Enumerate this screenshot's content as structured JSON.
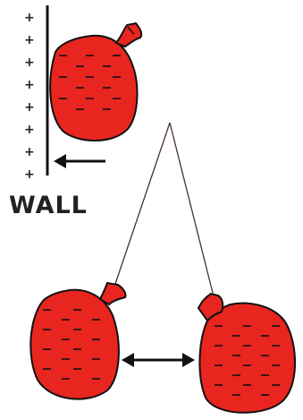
{
  "colors": {
    "balloon_fill": "#e8251f",
    "outline": "#111111",
    "string": "#4a2f2f",
    "text": "#222222"
  },
  "wall": {
    "label": "WALL",
    "charge_symbol": "+"
  },
  "balloon_charge_symbol": "-",
  "icons": [
    "wall-line",
    "attraction-arrow-icon",
    "double-headed-arrow-icon",
    "balloon"
  ]
}
